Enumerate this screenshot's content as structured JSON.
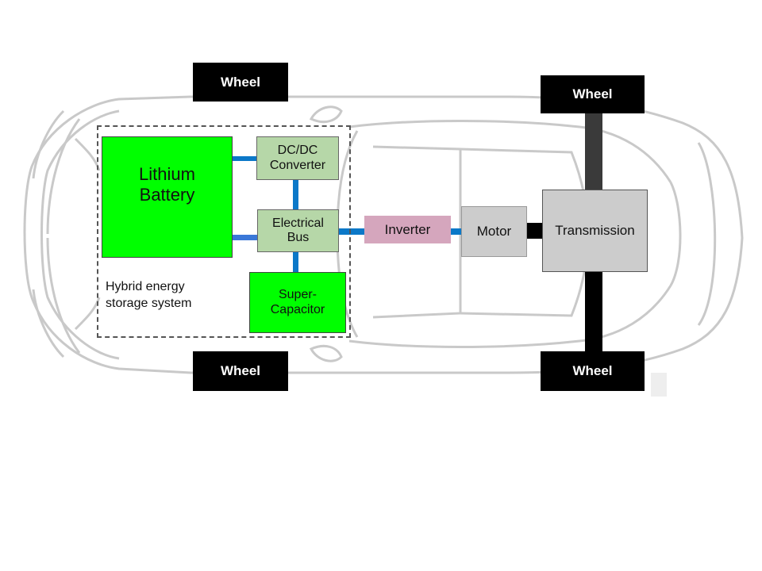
{
  "diagram": {
    "nodes": {
      "wheel_front_top": "Wheel",
      "wheel_front_bottom": "Wheel",
      "wheel_rear_top": "Wheel",
      "wheel_rear_bottom": "Wheel",
      "lithium_battery": "Lithium\nBattery",
      "dcdc_converter": "DC/DC\nConverter",
      "electrical_bus": "Electrical\nBus",
      "supercapacitor": "Super-\nCapacitor",
      "inverter": "Inverter",
      "motor": "Motor",
      "transmission": "Transmission"
    },
    "group_label": "Hybrid energy\nstorage system",
    "colors": {
      "connector": "#0b78c8",
      "battery": "#00ff00",
      "module": "#b6d7a8",
      "inverter": "#d5a6bd",
      "drivetrain": "#cccccc",
      "wheel": "#000000"
    },
    "edges": [
      [
        "lithium_battery",
        "dcdc_converter"
      ],
      [
        "lithium_battery",
        "electrical_bus"
      ],
      [
        "dcdc_converter",
        "electrical_bus"
      ],
      [
        "electrical_bus",
        "supercapacitor"
      ],
      [
        "electrical_bus",
        "inverter"
      ],
      [
        "inverter",
        "motor"
      ],
      [
        "motor",
        "transmission"
      ],
      [
        "transmission",
        "wheel_rear_top"
      ],
      [
        "transmission",
        "wheel_rear_bottom"
      ]
    ]
  }
}
